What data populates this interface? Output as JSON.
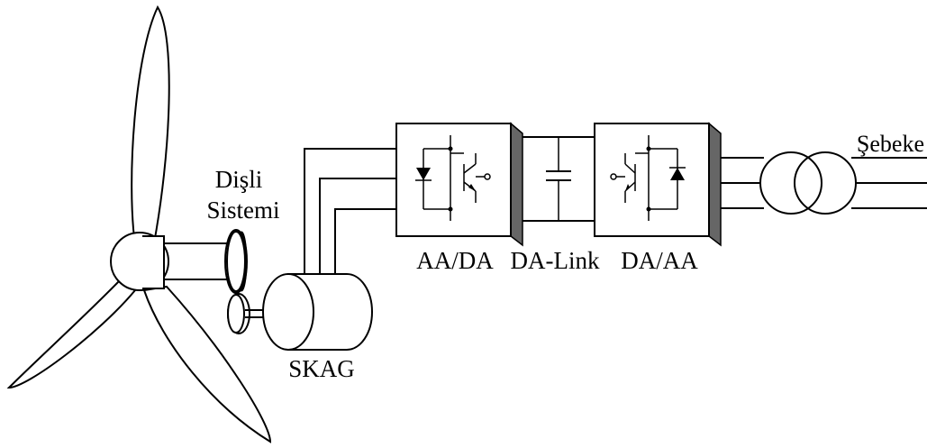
{
  "labels": {
    "gear_line1": "Dişli",
    "gear_line2": "Sistemi",
    "generator": "SKAG",
    "rectifier": "AA/DA",
    "dc_link": "DA-Link",
    "inverter": "DA/AA",
    "grid": "Şebeke"
  }
}
